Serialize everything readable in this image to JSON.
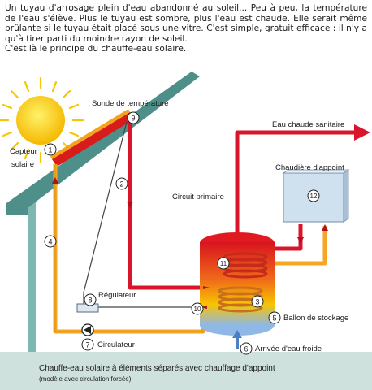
{
  "intro": {
    "paragraph": "Un tuyau d'arrosage plein d'eau abandonné au soleil... Peu à peu, la température de l'eau s'élève. Plus le tuyau est sombre, plus l'eau est chaude. Elle serait même brûlante si le tuyau était placé sous une vitre. C'est simple, gratuit efficace : il n'y a qu'à tirer parti du moindre rayon de soleil.",
    "conclusion": "C'est là le principe du chauffe-eau solaire."
  },
  "diagram": {
    "labels": {
      "capteur_line1": "Capteur",
      "capteur_line2": "solaire",
      "sonde": "Sonde de température",
      "eau_chaude": "Eau chaude sanitaire",
      "chaudiere": "Chaudière d'appoint",
      "circuit_primaire": "Circuit primaire",
      "regulateur": "Régulateur",
      "ballon": "Ballon de stockage",
      "circulateur": "Circulateur",
      "arrivee_eau": "Arrivée d'eau froide"
    },
    "numbers": {
      "n1": "1",
      "n2": "2",
      "n3": "3",
      "n4": "4",
      "n5": "5",
      "n6": "6",
      "n7": "7",
      "n8": "8",
      "n9": "9",
      "n10": "10",
      "n11": "11",
      "n12": "12"
    },
    "caption": {
      "title": "Chauffe-eau solaire à éléments séparés avec chauffage d'appoint",
      "subtitle": "(modèle avec circulation forcée)"
    },
    "colors": {
      "roof": "#4f8f8a",
      "wall": "#7fb6af",
      "caption_bg": "#cfe1dc",
      "hot_pipe": "#d9142b",
      "warm_pipe": "#f5a623",
      "sun": "#f7c600",
      "boiler_box": "#cfe0ee"
    }
  }
}
